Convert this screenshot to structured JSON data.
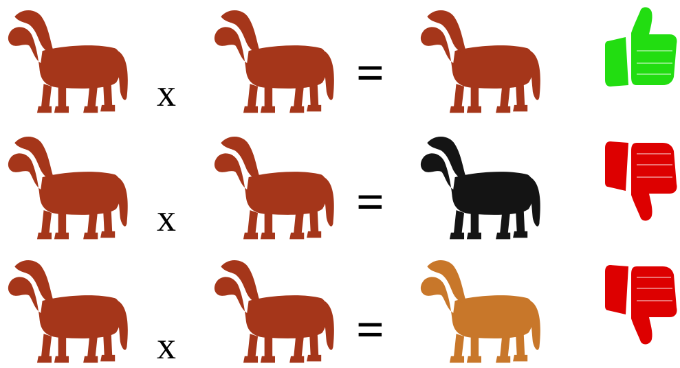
{
  "colors": {
    "bay_body": "#a5361a",
    "bay_mane": "#111111",
    "black_body": "#141414",
    "chestnut_body": "#c8772a",
    "chestnut_mane": "#b5651e",
    "thumb_up": "#22dd11",
    "thumb_down": "#dd0000"
  },
  "rows": [
    {
      "parent1": "bay-horse",
      "operator": "x",
      "parent2": "bay-horse",
      "equals": "=",
      "offspring": "bay-horse",
      "verdict": "thumbs-up"
    },
    {
      "parent1": "bay-horse",
      "operator": "x",
      "parent2": "bay-horse",
      "equals": "=",
      "offspring": "black-horse",
      "verdict": "thumbs-down"
    },
    {
      "parent1": "bay-horse",
      "operator": "x",
      "parent2": "bay-horse",
      "equals": "=",
      "offspring": "chestnut-horse",
      "verdict": "thumbs-down"
    }
  ]
}
